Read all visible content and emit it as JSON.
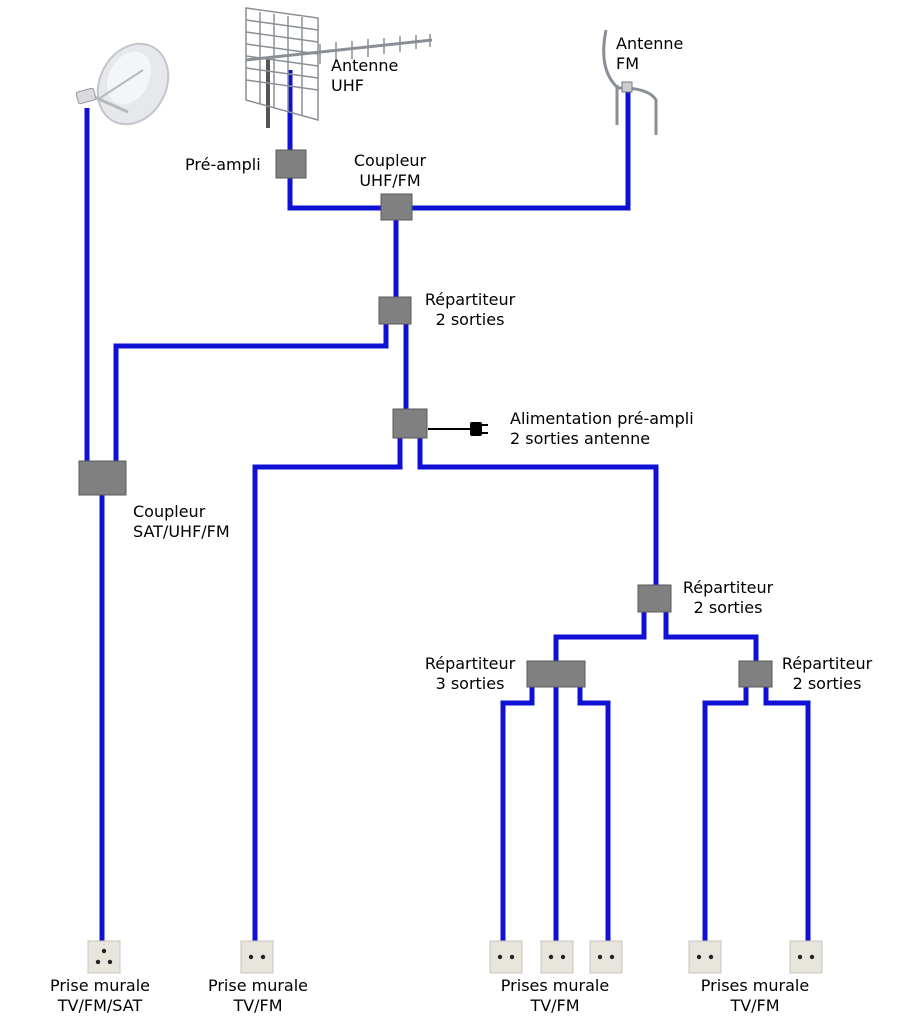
{
  "colors": {
    "cable": "#1111d6",
    "device": "#808080",
    "device_border": "#5a5a5a",
    "outlet": "#e8e6dc"
  },
  "icons": {
    "sat_dish": "satellite-dish-icon",
    "uhf_antenna": "uhf-antenna-icon",
    "fm_antenna": "fm-antenna-icon",
    "plug": "power-plug-icon",
    "outlet": "wall-outlet-icon"
  },
  "labels": {
    "antenne_uhf": [
      "Antenne",
      "UHF"
    ],
    "antenne_fm": [
      "Antenne",
      "FM"
    ],
    "pre_ampli": "Pré-ampli",
    "coupleur_uhf_fm": [
      "Coupleur",
      "UHF/FM"
    ],
    "repartiteur_top": [
      "Répartiteur",
      "2 sorties"
    ],
    "alimentation": [
      "Alimentation pré-ampli",
      "2 sorties antenne"
    ],
    "coupleur_sat": [
      "Coupleur",
      "SAT/UHF/FM"
    ],
    "repartiteur_mid": [
      "Répartiteur",
      "2 sorties"
    ],
    "repartiteur_3": [
      "Répartiteur",
      "3 sorties"
    ],
    "repartiteur_right": [
      "Répartiteur",
      "2 sorties"
    ],
    "prise_sat": [
      "Prise murale",
      "TV/FM/SAT"
    ],
    "prise_tvfm": [
      "Prise murale",
      "TV/FM"
    ],
    "prises_group1": [
      "Prises murale",
      "TV/FM"
    ],
    "prises_group2": [
      "Prises murale",
      "TV/FM"
    ]
  }
}
